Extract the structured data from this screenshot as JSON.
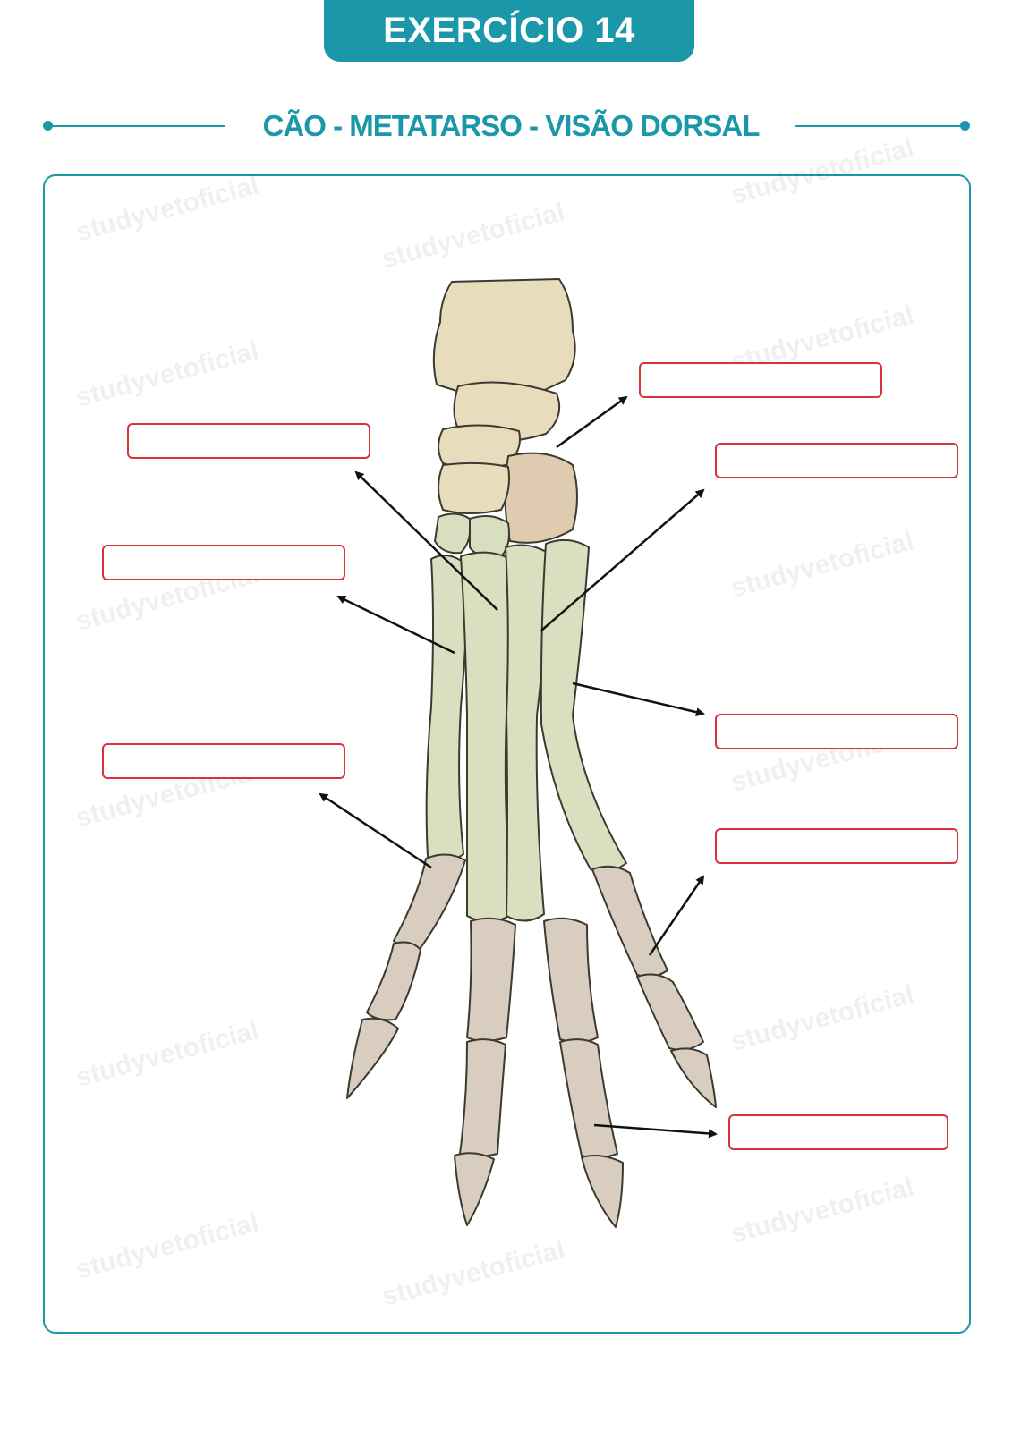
{
  "header": {
    "title": "EXERCÍCIO 14",
    "subtitle": "CÃO - METATARSO - VISÃO DORSAL"
  },
  "watermark": "studyvetoficial",
  "colors": {
    "accent": "#1a97a8",
    "answer_box_border": "#d9333a",
    "tarsal_bone": "#e7dcbb",
    "metatarsal_bone": "#d9dfbf",
    "phalanx_bone": "#d9cdbf"
  },
  "answer_boxes": [
    {
      "id": "talus",
      "value": ""
    },
    {
      "id": "tarsal-row",
      "value": ""
    },
    {
      "id": "metatarsal-2",
      "value": ""
    },
    {
      "id": "metatarsal-1",
      "value": ""
    },
    {
      "id": "metatarsal-4",
      "value": ""
    },
    {
      "id": "metatarsal-5",
      "value": ""
    },
    {
      "id": "proximal-phalanx-left",
      "value": ""
    },
    {
      "id": "proximal-phalanx-right",
      "value": ""
    },
    {
      "id": "distal-phalanx",
      "value": ""
    }
  ]
}
